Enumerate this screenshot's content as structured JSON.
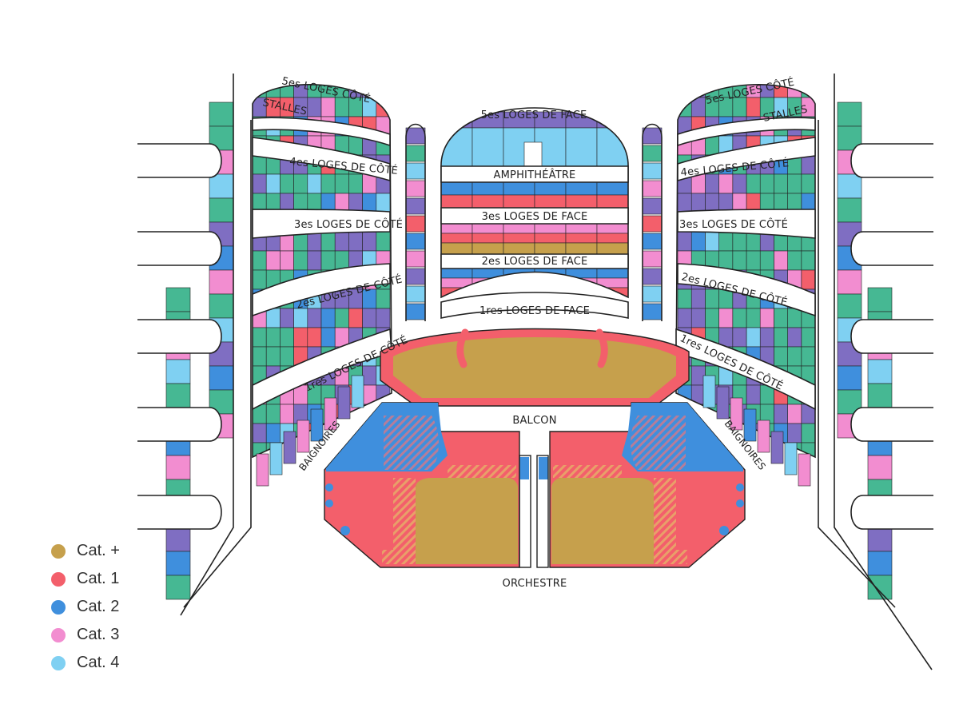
{
  "colors": {
    "cat_plus": "#c6a04c",
    "cat_1": "#f35f6b",
    "cat_2": "#3f8fdd",
    "cat_3": "#f28dd0",
    "cat_4": "#7fd0f2",
    "green": "#46b893",
    "purple": "#7f6ec2",
    "line": "#222222"
  },
  "legend": [
    {
      "label": "Cat. +",
      "color": "#c6a04c"
    },
    {
      "label": "Cat. 1",
      "color": "#f35f6b"
    },
    {
      "label": "Cat. 2",
      "color": "#3f8fdd"
    },
    {
      "label": "Cat. 3",
      "color": "#f28dd0"
    },
    {
      "label": "Cat. 4",
      "color": "#7fd0f2"
    }
  ],
  "labels": {
    "loges5_cote_left": "5es LOGES CÔTÉ",
    "stalles_left": "STALLES",
    "loges4_left": "4es LOGES DE CÔTÉ",
    "loges3_left": "3es LOGES DE CÔTÉ",
    "loges2_left": "2es LOGES DE CÔTÉ",
    "loges1_left": "1res LOGES DE CÔTÉ",
    "baignoires_left": "BAIGNOIRES",
    "loges5_face": "5es LOGES DE FACE",
    "amphitheatre": "AMPHITHÉÂTRE",
    "loges3_face": "3es LOGES DE FACE",
    "loges2_face": "2es LOGES DE FACE",
    "loges1_face": "1res LOGES DE FACE",
    "balcon": "BALCON",
    "orchestre": "ORCHESTRE",
    "loges5_cote_right": "5es LOGES CÔTÉ",
    "stalles_right": "STALLES",
    "loges4_right": "4es LOGES DE CÔTÉ",
    "loges3_right": "3es LOGES DE CÔTÉ",
    "loges2_right": "2es LOGES DE CÔTÉ",
    "loges1_right": "1res LOGES DE CÔTÉ",
    "baignoires_right": "BAIGNOIRES"
  }
}
